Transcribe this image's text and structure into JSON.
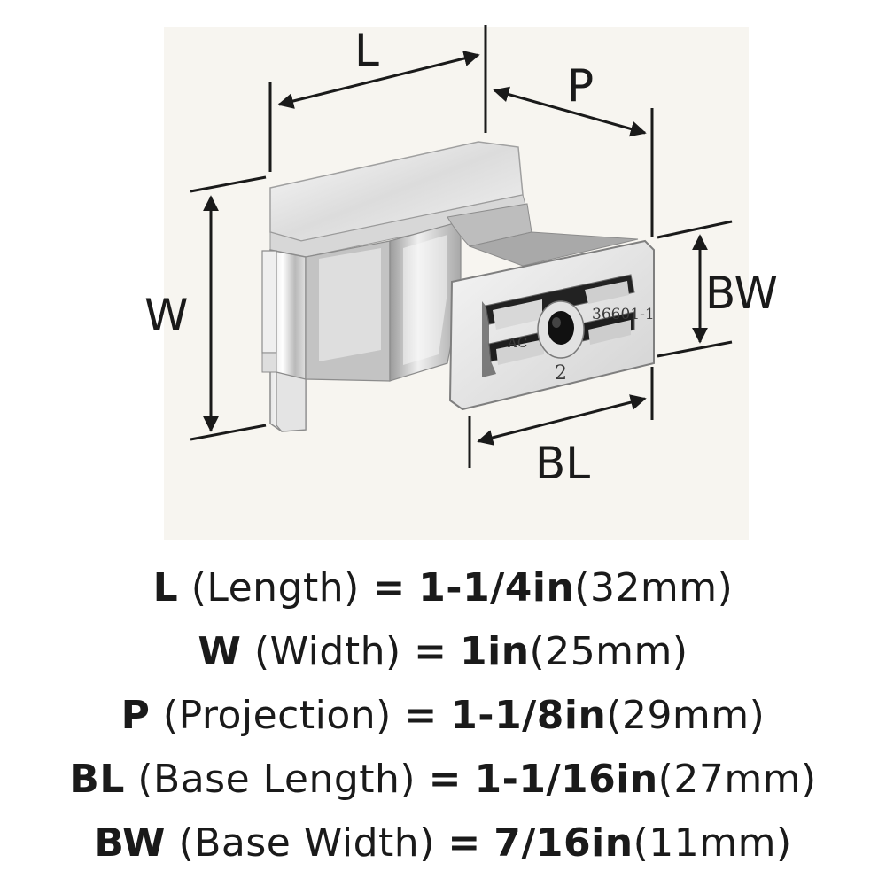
{
  "diagram": {
    "labels": {
      "L": "L",
      "P": "P",
      "W": "W",
      "BW": "BW",
      "BL": "BL"
    },
    "part_marks": {
      "code": "36601-1",
      "number": "2",
      "logo": "AC"
    }
  },
  "specs": [
    {
      "code": "L",
      "name": "(Length)",
      "eq": "=",
      "imperial": "1-1/4in",
      "metric": "(32mm)"
    },
    {
      "code": "W",
      "name": "(Width)",
      "eq": "=",
      "imperial": "1in",
      "metric": "(25mm)"
    },
    {
      "code": "P",
      "name": "(Projection)",
      "eq": "=",
      "imperial": "1-1/8in",
      "metric": "(29mm)"
    },
    {
      "code": "BL",
      "name": "(Base Length)",
      "eq": "=",
      "imperial": "1-1/16in",
      "metric": "(27mm)"
    },
    {
      "code": "BW",
      "name": "(Base Width)",
      "eq": "=",
      "imperial": "7/16in",
      "metric": "(11mm)"
    }
  ],
  "colors": {
    "background": "#f7f5f0",
    "metal_light": "#eeeeee",
    "metal_mid": "#c9c9c9",
    "metal_dark": "#8c8c8c",
    "line": "#1a1a1a"
  }
}
